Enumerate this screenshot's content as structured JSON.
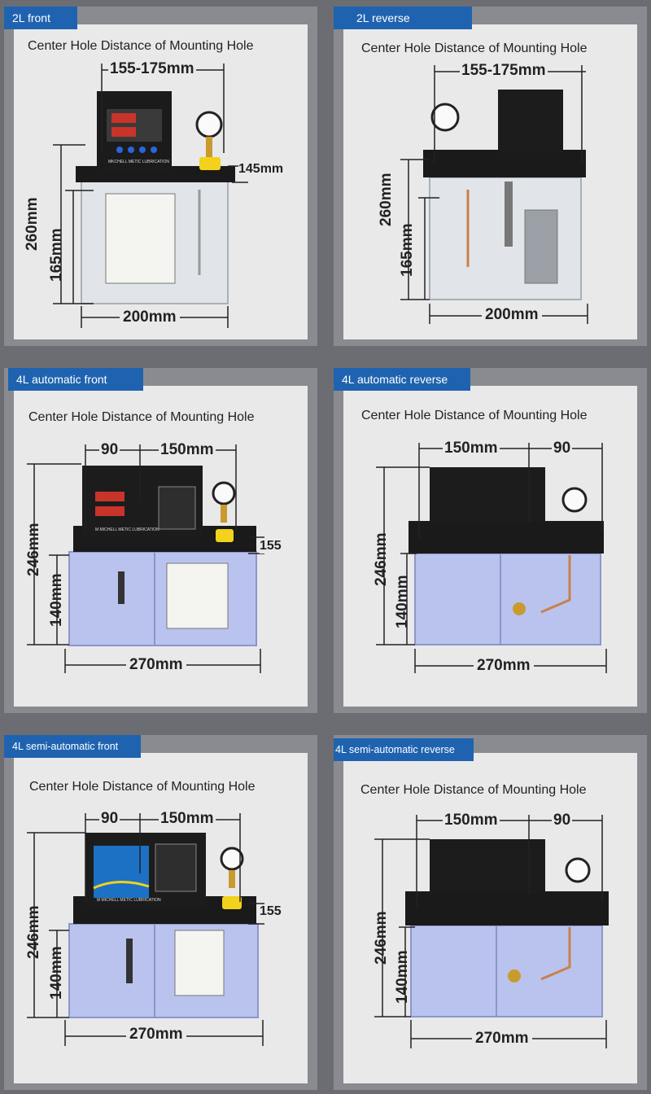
{
  "colors": {
    "background": "#6c6d72",
    "panel": "#8a8b90",
    "card": "#e9e9ea",
    "label": "#1f63b0",
    "dark_body": "#1c1c1c",
    "tank_clear": "#dfe3e8",
    "tank_blue": "#b9c3ee"
  },
  "panels": [
    {
      "label": "2L front",
      "heading": "Center Hole Distance of Mounting Hole",
      "dims": [
        "155-175mm",
        "145mm",
        "260mm",
        "165mm",
        "200mm"
      ],
      "device_text": "MKCHELL METIC LUBRICATION"
    },
    {
      "label": "2L reverse",
      "heading": "Center Hole Distance of Mounting Hole",
      "dims": [
        "155-175mm",
        "260mm",
        "165mm",
        "200mm"
      ]
    },
    {
      "label": "4L automatic front",
      "heading": "Center Hole Distance of Mounting Hole",
      "dims": [
        "90",
        "150mm",
        "155",
        "246mm",
        "140mm",
        "270mm"
      ],
      "device_text": "M MICHELL METIC LUBRICATION"
    },
    {
      "label": "4L automatic reverse",
      "heading": "Center Hole Distance of Mounting Hole",
      "dims": [
        "150mm",
        "90",
        "246mm",
        "140mm",
        "270mm"
      ]
    },
    {
      "label": "4L semi-automatic front",
      "heading": "Center Hole Distance of Mounting Hole",
      "dims": [
        "90",
        "150mm",
        "155",
        "246mm",
        "140mm",
        "270mm"
      ],
      "device_text": "M MICHELL METIC LUBRICATION"
    },
    {
      "label": "4L semi-automatic reverse",
      "heading": "Center Hole Distance of Mounting Hole",
      "dims": [
        "150mm",
        "90",
        "246mm",
        "140mm",
        "270mm"
      ]
    }
  ]
}
